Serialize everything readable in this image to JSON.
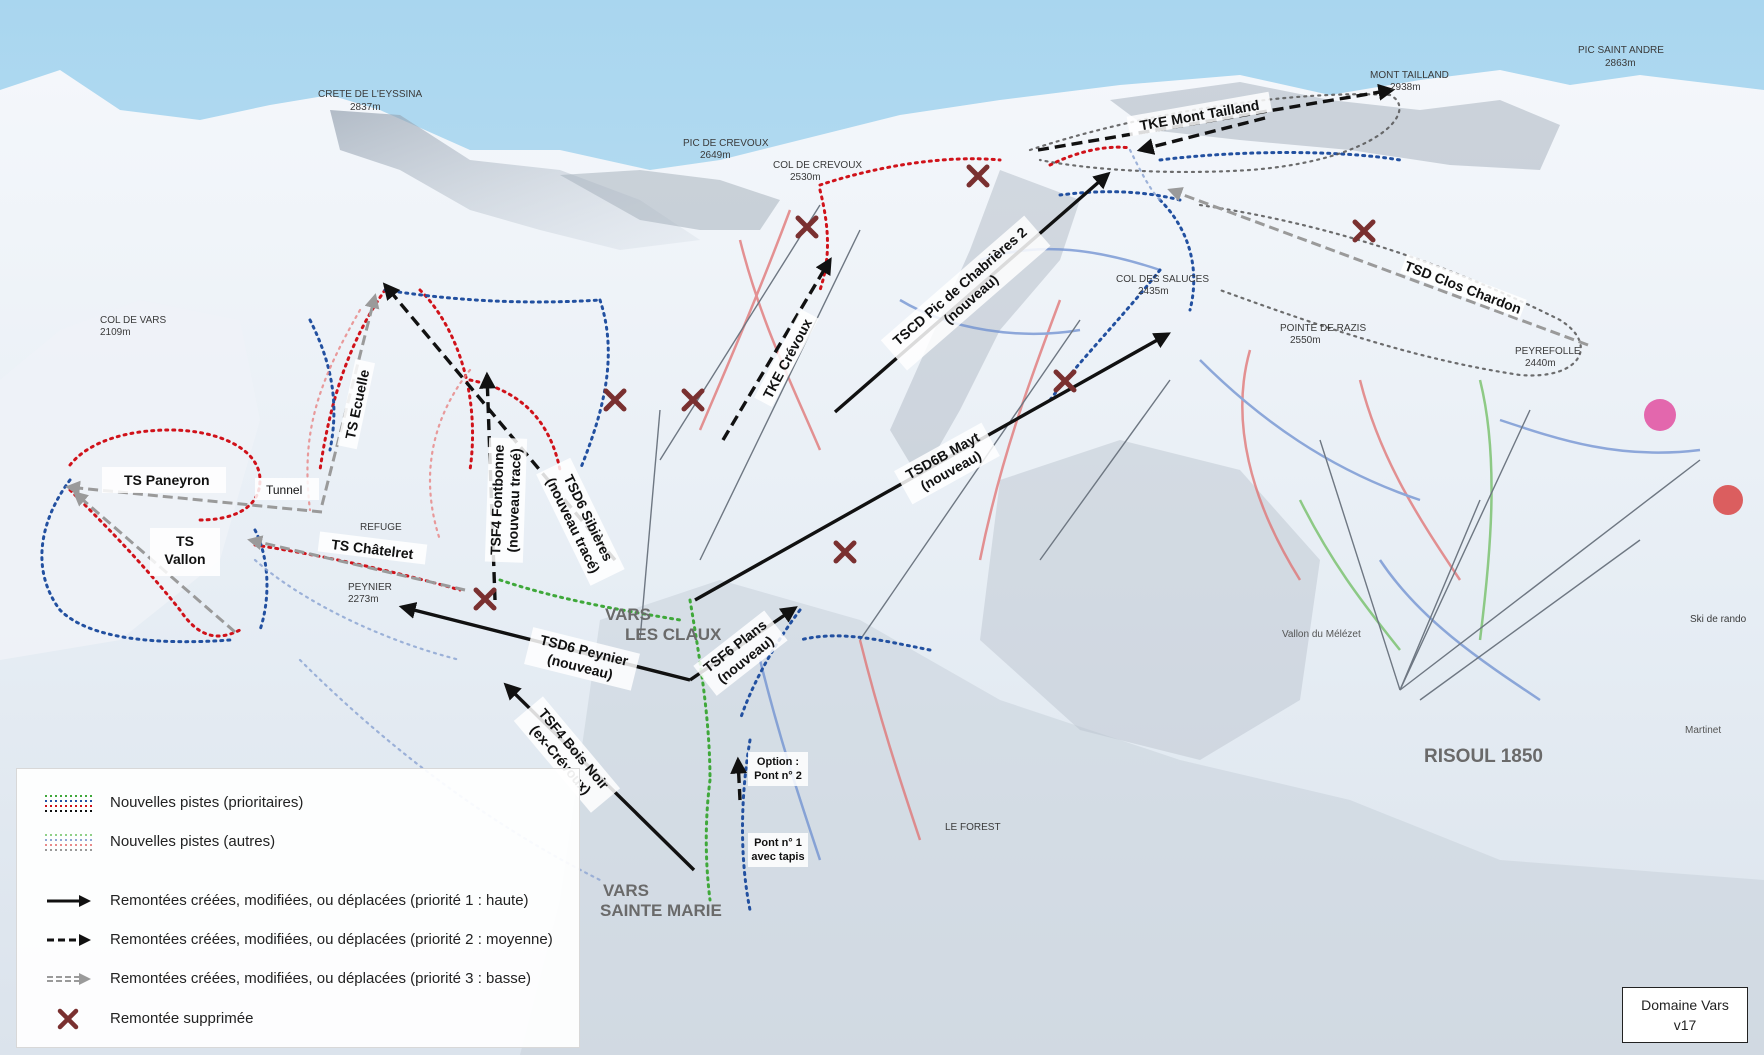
{
  "place_labels": {
    "crete_eyssina": "CRETE DE L'EYSSINA",
    "crete_eyssina_alt": "2837m",
    "pic_crevoux": "PIC DE CREVOUX",
    "pic_crevoux_alt": "2649m",
    "col_crevoux": "COL DE CREVOUX",
    "col_crevoux_alt": "2530m",
    "mont_tailland": "MONT TAILLAND",
    "mont_tailland_alt": "2938m",
    "pic_saint_andre": "PIC SAINT ANDRE",
    "pic_saint_andre_alt": "2863m",
    "col_vars": "COL DE VARS",
    "col_vars_alt": "2109m",
    "col_saluces": "COL DES SALUCES",
    "col_saluces_alt": "2435m",
    "pointe_razis": "POINTE DE RAZIS",
    "pointe_razis_alt": "2550m",
    "peyrefolle": "PEYREFOLLE",
    "peyrefolle_alt": "2440m",
    "peynier": "PEYNIER",
    "peynier_alt": "2273m",
    "refuge": "REFUGE",
    "vars_claux": "VARS",
    "vars_claux_2": "LES CLAUX",
    "vars_ste_marie": "VARS",
    "vars_ste_marie_2": "SAINTE MARIE",
    "risoul": "RISOUL 1850",
    "vallon_meleze": "Vallon du Mélézet",
    "martinet": "Martinet",
    "le_forest": "LE FOREST",
    "ski_rando": "Ski de rando"
  },
  "lift_labels": {
    "tke_mont_tailland": "TKE Mont Tailland",
    "tsd_clos_chardon": "TSD Clos Chardon",
    "tscd_pic_chabrieres_1": "TSCD Pic de Chabrières 2",
    "tscd_pic_chabrieres_2": "(nouveau)",
    "tke_crevoux": "TKE Crévoux",
    "ts_ecuelle": "TS Ecuelle",
    "tunnel": "Tunnel",
    "ts_paneyron": "TS Paneyron",
    "ts_vallon_1": "TS",
    "ts_vallon_2": "Vallon",
    "ts_chatelret": "TS Châtelret",
    "tsf4_fontbonne_1": "TSF4 Fontbonne",
    "tsf4_fontbonne_2": "(nouveau tracé)",
    "tsd6_sibieres_1": "TSD6 Sibières",
    "tsd6_sibieres_2": "(nouveau tracé)",
    "tsd6b_mayt_1": "TSD6B Mayt",
    "tsd6b_mayt_2": "(nouveau)",
    "tsd6_peynier_1": "TSD6 Peynier",
    "tsd6_peynier_2": "(nouveau)",
    "tsf6_plans_1": "TSF6 Plans",
    "tsf6_plans_2": "(nouveau)",
    "tsf4_bois_noir_1": "TSF4 Bois Noir",
    "tsf4_bois_noir_2": "(ex-Crévoux)",
    "option_pont_1": "Option :",
    "option_pont_2": "Pont n° 2",
    "pont_1": "Pont n° 1",
    "pont_1b": "avec tapis"
  },
  "legend": {
    "new_runs_priority": "Nouvelles pistes (prioritaires)",
    "new_runs_other": "Nouvelles pistes (autres)",
    "lifts_p1": "Remontées créées, modifiées, ou déplacées (priorité 1 : haute)",
    "lifts_p2": "Remontées créées, modifiées, ou déplacées (priorité 2 : moyenne)",
    "lifts_p3": "Remontées créées, modifiées, ou déplacées (priorité 3 : basse)",
    "removed": "Remontée supprimée"
  },
  "version_box": {
    "line1": "Domaine Vars",
    "line2": "v17"
  },
  "colors": {
    "sky": "#9fd0ea",
    "snow": "#eef3f8",
    "rock": "#9aa6b3",
    "red_route": "#d0121a",
    "blue_route": "#2250a0",
    "removed_x": "#7a3030",
    "lift_black": "#111111",
    "lift_grey": "#9a9a9a"
  }
}
